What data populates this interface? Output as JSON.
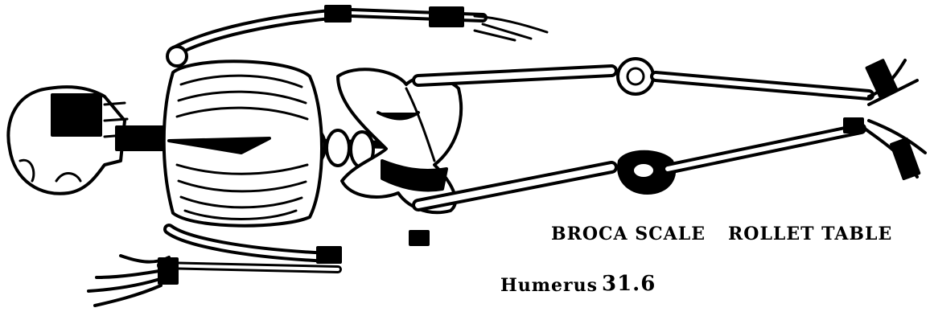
{
  "labels": {
    "scale_a": "BROCA SCALE",
    "scale_b": "ROLLET TABLE",
    "bone_name": "Humerus",
    "bone_value": "31.6"
  },
  "colors": {
    "ink": "#000000",
    "paper": "#ffffff"
  },
  "icons": [
    "skull-icon",
    "rib-cage-icon",
    "pelvis-icon",
    "hand-icon",
    "foot-icon"
  ]
}
